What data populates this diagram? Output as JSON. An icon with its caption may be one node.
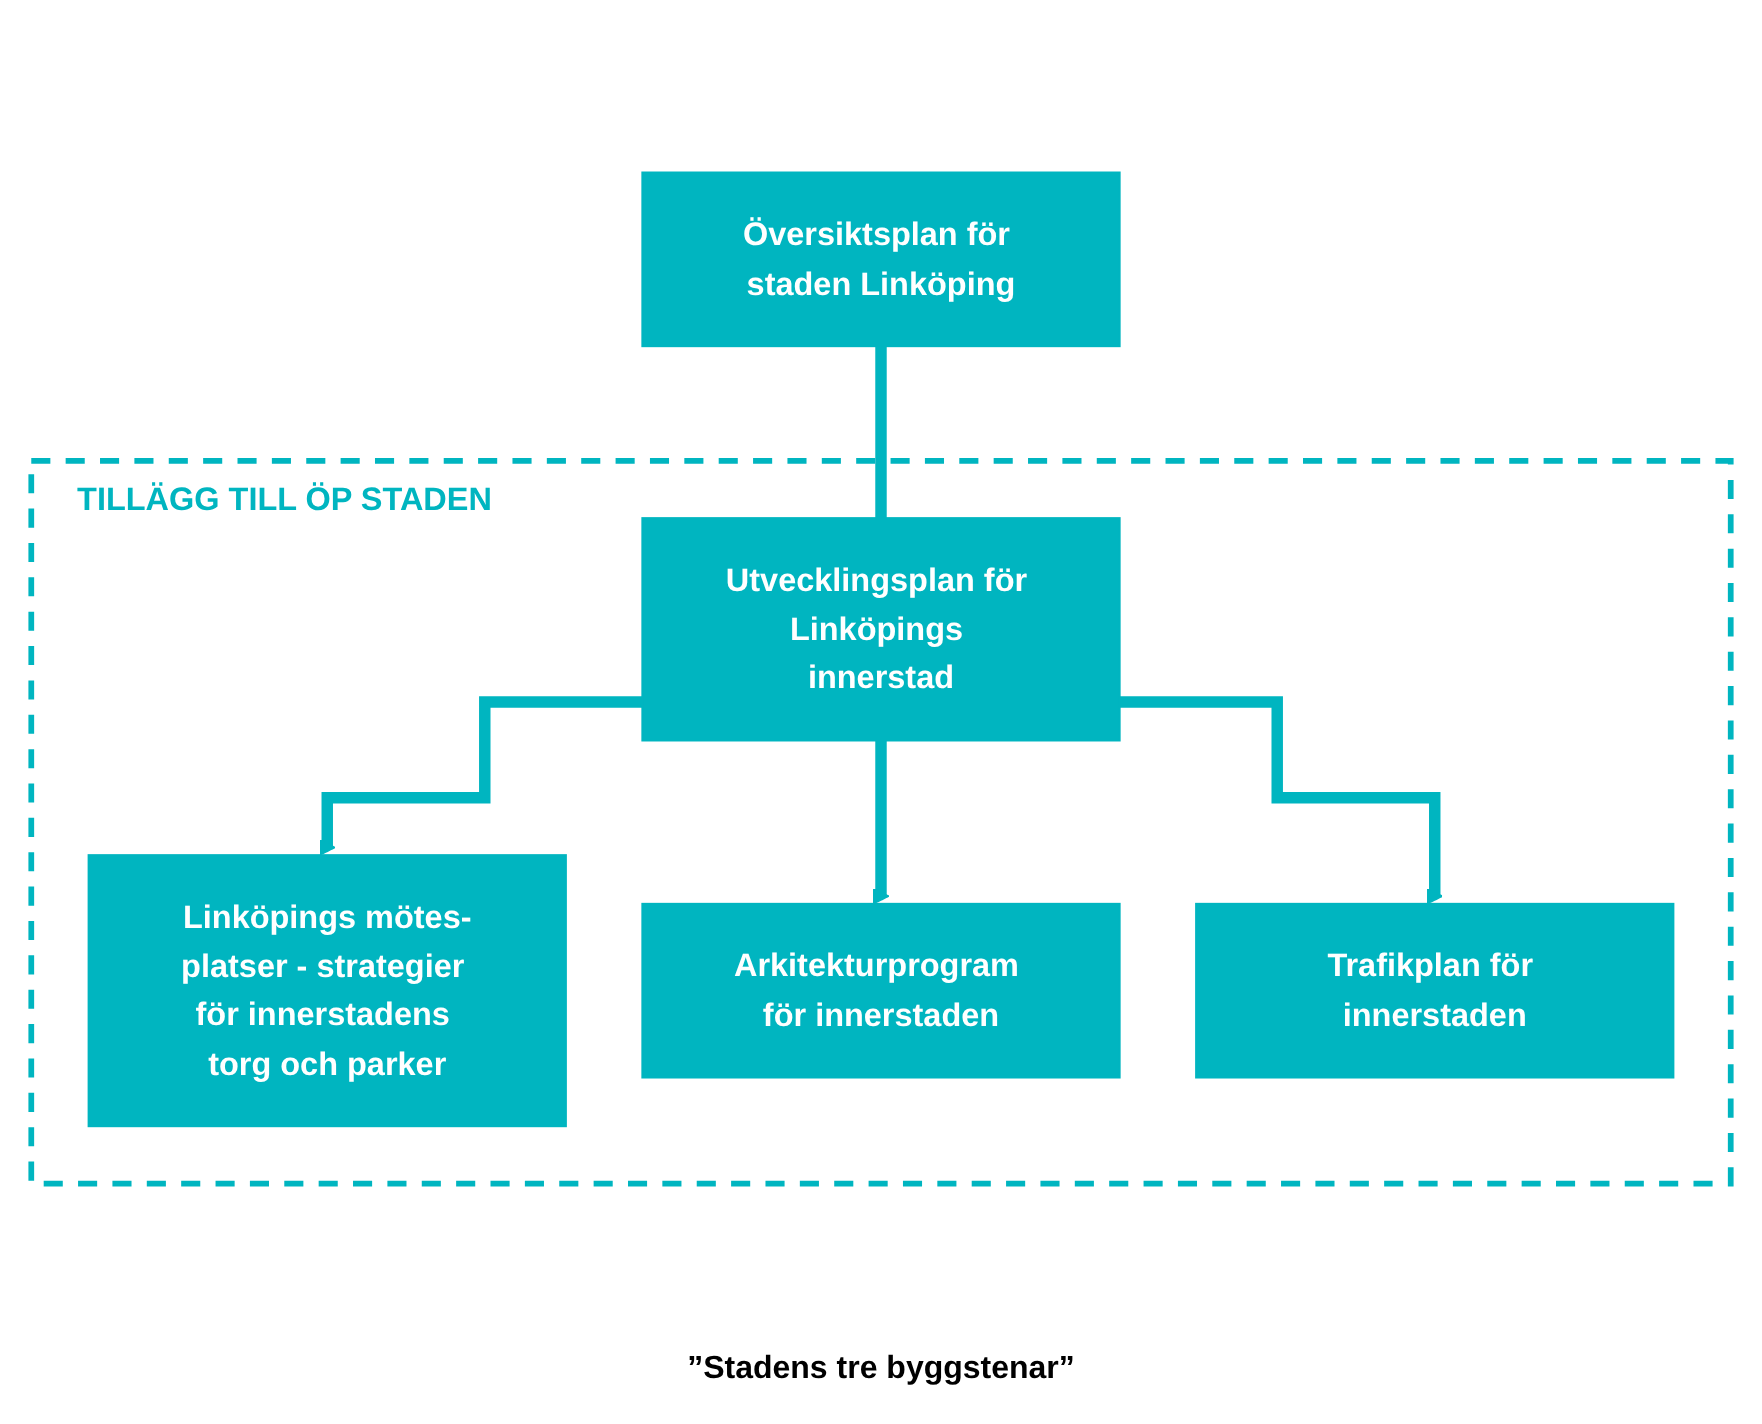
{
  "diagram": {
    "nodes": [
      {
        "text": [
          "Översiktsplan för staden Linköping"
        ]
      },
      {
        "text": [
          "TILLÄGG TILL ÖP STADEN"
        ]
      },
      {
        "text": [
          "Utvecklingsplan för Linköpings innerstad"
        ],
        "in": 1
      },
      {
        "text": [
          "Linköpings mötes-platser - strategier för innerstadens torg och parker"
        ],
        "in": 1
      },
      {
        "text": [
          "Arkitekturprogram för innerstaden"
        ],
        "in": 1
      },
      {
        "text": [
          "Trafikplan för innerstaden"
        ],
        "in": 1
      }
    ],
    "edges": [
      {
        "from": 0,
        "to": 2,
        "arrow": "none"
      },
      {
        "from": 2,
        "to": 3,
        "arrow": "to"
      },
      {
        "from": 2,
        "to": 4,
        "arrow": "to"
      },
      {
        "from": 2,
        "to": 5,
        "arrow": "to"
      }
    ],
    "labels": [
      "”Stadens tre byggstenar”"
    ]
  }
}
